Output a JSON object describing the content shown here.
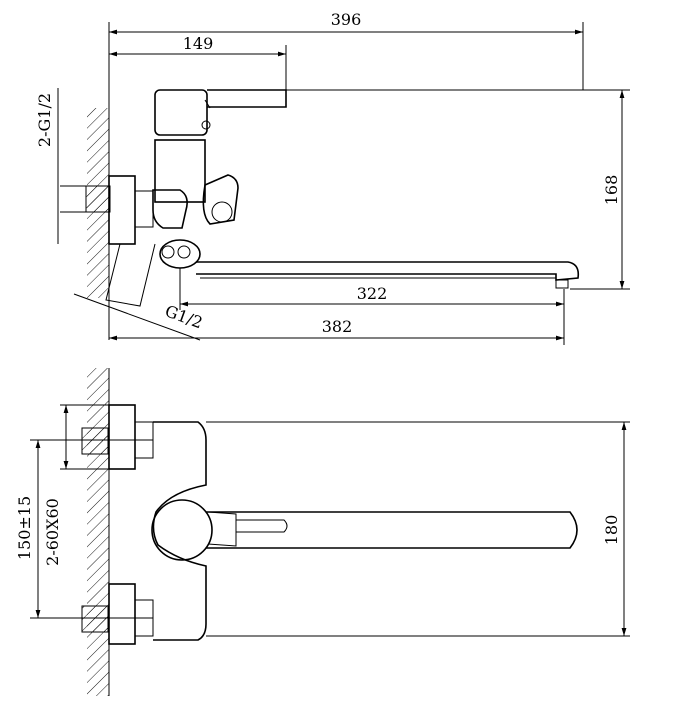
{
  "top_view": {
    "dim_total_width": "396",
    "dim_handle_offset": "149",
    "dim_height": "168",
    "dim_spout_length": "322",
    "dim_total_projection": "382",
    "thread_inlet": "2-G1/2",
    "thread_outlet": "G1/2"
  },
  "front_view": {
    "dim_spout_span": "180",
    "dim_centers": "150±15",
    "dim_mount": "2-60X60"
  }
}
